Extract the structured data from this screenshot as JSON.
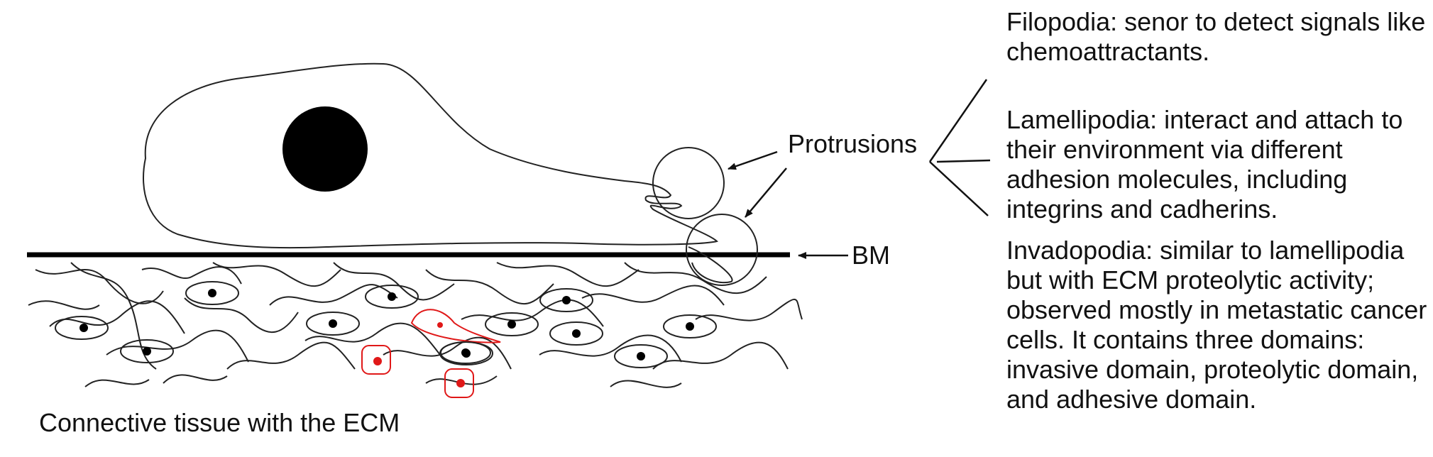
{
  "labels": {
    "protrusions": "Protrusions",
    "bm": "BM",
    "connective": "Connective tissue with the ECM"
  },
  "descriptions": {
    "filopodia": "Filopodia: senor to detect signals like chemoattractants.",
    "lamellipodia": "Lamellipodia: interact and attach to their environment via different adhesion molecules, including integrins and cadherins.",
    "invadopodia": "Invadopodia: similar to lamellipodia but with ECM proteolytic activity; observed mostly in metastatic cancer cells. It contains three domains: invasive domain, proteolytic domain, and adhesive domain."
  },
  "colors": {
    "ink": "#111111",
    "highlight_cell": "#e01818"
  }
}
